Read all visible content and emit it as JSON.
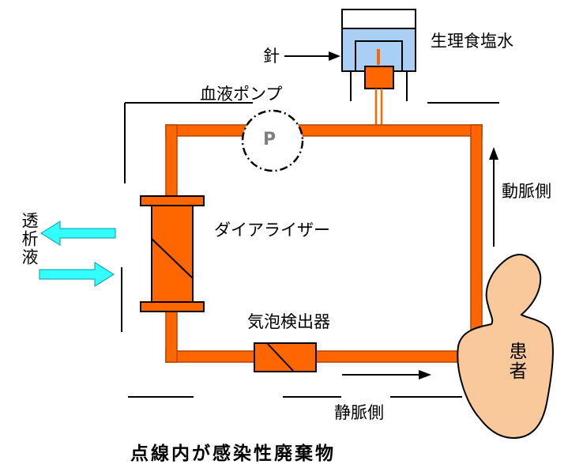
{
  "labels": {
    "saline": "生理食塩水",
    "needle": "針",
    "blood_pump": "血液ポンプ",
    "pump_symbol": "P",
    "arterial_side": "動脈側",
    "dialysate": "透析液",
    "dialyzer": "ダイアライザー",
    "bubble_detector": "気泡検出器",
    "patient": "患者",
    "venous_side": "静脈側",
    "caption": "点線内が感染性廃棄物"
  },
  "colors": {
    "tube": "#ff6600",
    "tube_border": "#b34400",
    "saline_water": "#a9cff5",
    "patient": "#f9c99b",
    "arrow_cyan": "#33ffff"
  }
}
